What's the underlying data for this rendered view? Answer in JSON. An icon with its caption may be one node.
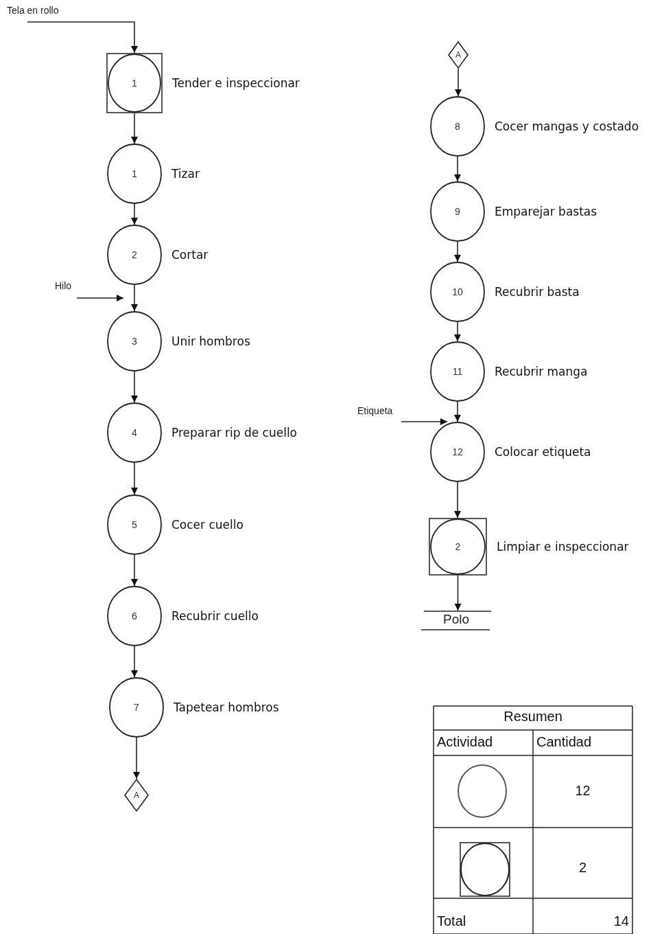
{
  "diagram": {
    "nodes": [
      {
        "text": [
          "Tela en rollo"
        ]
      },
      {
        "text": [
          "1"
        ],
        "beside": [
          "Tender e inspeccionar"
        ]
      },
      {
        "text": [
          "1"
        ],
        "beside": [
          "Tizar"
        ]
      },
      {
        "text": [
          "2"
        ],
        "beside": [
          "Cortar"
        ]
      },
      {
        "text": [
          "Hilo"
        ]
      },
      {
        "text": [
          "3"
        ],
        "beside": [
          "Unir hombros"
        ]
      },
      {
        "text": [
          "4"
        ],
        "beside": [
          "Preparar rip de cuello"
        ]
      },
      {
        "text": [
          "5"
        ],
        "beside": [
          "Cocer cuello"
        ]
      },
      {
        "text": [
          "6"
        ],
        "beside": [
          "Recubrir cuello"
        ]
      },
      {
        "text": [
          "7"
        ],
        "beside": [
          "Tapetear hombros"
        ]
      },
      {
        "text": [
          "A"
        ]
      },
      {
        "text": [
          "A"
        ]
      },
      {
        "text": [
          "8"
        ],
        "beside": [
          "Cocer mangas y costado"
        ]
      },
      {
        "text": [
          "9"
        ],
        "beside": [
          "Emparejar bastas"
        ]
      },
      {
        "text": [
          "10"
        ],
        "beside": [
          "Recubrir basta"
        ]
      },
      {
        "text": [
          "11"
        ],
        "beside": [
          "Recubrir manga"
        ]
      },
      {
        "text": [
          "Etiqueta"
        ]
      },
      {
        "text": [
          "12"
        ],
        "beside": [
          "Colocar etiqueta"
        ]
      },
      {
        "text": [
          "2"
        ],
        "beside": [
          "Limpiar e inspeccionar"
        ]
      },
      {
        "text": [
          "Polo"
        ]
      }
    ],
    "edges": [
      {
        "from": 0,
        "to": 1,
        "arrow": "to"
      },
      {
        "from": 1,
        "to": 2,
        "arrow": "to"
      },
      {
        "from": 2,
        "to": 3,
        "arrow": "to"
      },
      {
        "from": 3,
        "to": 5,
        "arrow": "to"
      },
      {
        "from": 4,
        "to": 5,
        "arrow": "to"
      },
      {
        "from": 5,
        "to": 6,
        "arrow": "to"
      },
      {
        "from": 6,
        "to": 7,
        "arrow": "to"
      },
      {
        "from": 7,
        "to": 8,
        "arrow": "to"
      },
      {
        "from": 8,
        "to": 9,
        "arrow": "to"
      },
      {
        "from": 9,
        "to": 10,
        "arrow": "to"
      },
      {
        "from": 11,
        "to": 12,
        "arrow": "to"
      },
      {
        "from": 12,
        "to": 13,
        "arrow": "to"
      },
      {
        "from": 13,
        "to": 14,
        "arrow": "to"
      },
      {
        "from": 14,
        "to": 15,
        "arrow": "to"
      },
      {
        "from": 16,
        "to": 17,
        "arrow": "to"
      },
      {
        "from": 15,
        "to": 17,
        "arrow": "to"
      },
      {
        "from": 17,
        "to": 18,
        "arrow": "to"
      },
      {
        "from": 18,
        "to": 19,
        "arrow": "to"
      }
    ],
    "labels": [
      "Resumen",
      "Actividad",
      "Cantidad",
      "12",
      "2",
      "Total",
      "14"
    ]
  }
}
